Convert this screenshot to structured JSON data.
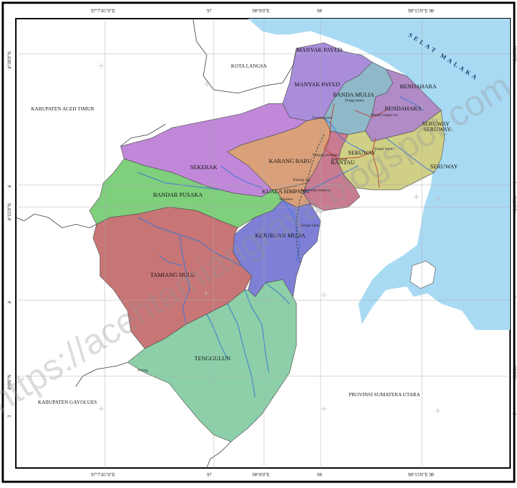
{
  "coordinates": {
    "top": [
      "97°7'45\"0\"E",
      "97",
      "98°0'0\"E",
      "98",
      "98°15'0\"E 98"
    ],
    "bottom": [
      "97°7'45\"0\"E",
      "97",
      "98°0'0\"E",
      "98",
      "98°15'0\"E 98"
    ],
    "left": [
      "4°30'0\"N",
      "4",
      "4°15'0\"N",
      "4",
      "4°0'0\"N",
      "3"
    ],
    "right": [
      "4°30'0\"N",
      "4",
      "4°15'0\"N",
      "4",
      "4°0'0\"N",
      "3"
    ]
  },
  "external_regions": {
    "aceh_timur": "KABUPATEN ACEH TIMUR",
    "kota_langsa": "KOTA LANGSA",
    "gayolues": "KABUPATEN GAYOLUES",
    "sumut": "PROVINSI SUMATERA UTARA"
  },
  "sea": {
    "name": "SELAT MALAKA"
  },
  "districts": {
    "manyak_payed_top": "MANYAK PAYED",
    "manyak_payed": "MANYAK PAYED",
    "banda_mulia": "BANDA MULIA",
    "bendahara_top": "BENDAHARA",
    "bendahara": "BENDAHARA",
    "seruway_1": "SERUWAY",
    "seruway_2": "SERUWAY",
    "seruway_3": "SERUWAY",
    "seruway_4": "SERUWAY",
    "sekerak": "SEKERAK",
    "karang_baru": "KARANG BARU",
    "rantau": "RANTAU",
    "kuala_simpang": "KUALA SIMPANG",
    "bandar_pusaka": "BANDAR PUSAKA",
    "kejuruan_muda": "KEJURUAN MUDA",
    "tamiang_hulu": "TAMIANG HULU",
    "tenggulun": "TENGGULUN"
  },
  "towns": {
    "telaga_meku": "Telaga meku",
    "tualang_baru": "Tualang baru",
    "masjid_sungai_iyu": "Masjid sungai iyu",
    "sungai_lama": "Sungai lama",
    "tanjung_keramat": "Tanjung keramat",
    "alur_cucur": "Alur cucur",
    "karang_ing": "Karang ing",
    "kota_kuala_simpang": "Kota kuala simpang",
    "sekumur": "Sekumur",
    "sungai_liput": "Sungai liput",
    "pining": "Pining"
  },
  "watermark": "https://acehtamiangraya.blogspot.com",
  "colors": {
    "sea": "#a9daf4",
    "manyak_payed": "#a98ddb",
    "banda_mulia": "#8fb8c8",
    "bendahara": "#b08bc6",
    "seruway": "#cfcf86",
    "sekerak": "#c187d9",
    "karang_baru": "#d9a07a",
    "rantau": "#c97b91",
    "bandar_pusaka": "#7fcf7d",
    "kejuruan_muda": "#7f7fd6",
    "tamiang_hulu": "#c87575",
    "tenggulun": "#8ccfa8",
    "river": "#3a78d8"
  }
}
